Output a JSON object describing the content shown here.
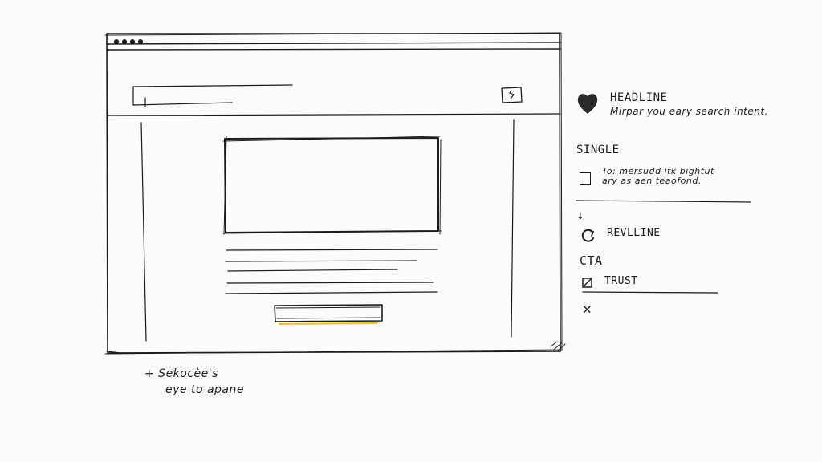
{
  "wireframe": {
    "search_icon": "search-icon",
    "cta_accent": "#e8c22a"
  },
  "sidebar": {
    "headline": {
      "icon": "heart-icon",
      "title": "HEADLINE",
      "text": "Mirpar you eary search intent."
    },
    "single": {
      "label": "SINGLE",
      "checkbox_text_line1": "To: mersudd itk bightut",
      "checkbox_text_line2": "ary as aen teaofond."
    },
    "arrow": "↓",
    "revlline": {
      "icon": "refresh-icon",
      "label": "REVLLINE"
    },
    "cta": "CTA",
    "trust": {
      "label": "TRUST"
    },
    "close": "✕"
  },
  "footer_note": {
    "line1": "+ Sekocèe's",
    "line2": "eye to apane"
  }
}
